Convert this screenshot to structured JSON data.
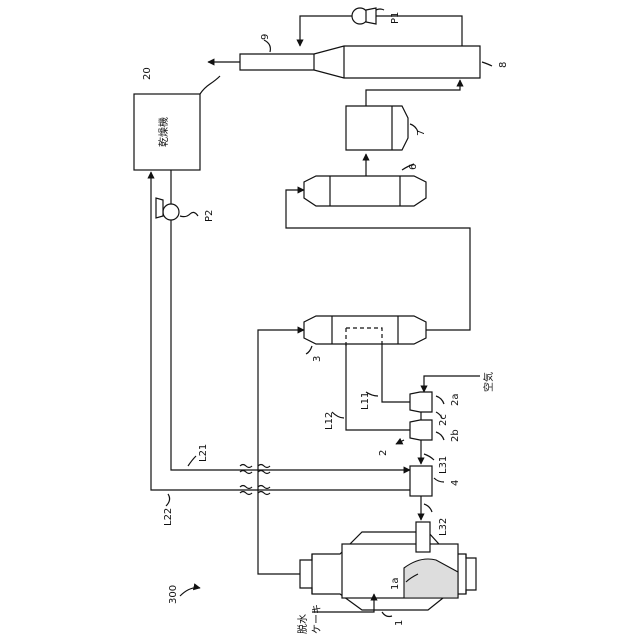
{
  "labels": {
    "system": "300",
    "furnace": "1",
    "furnace_bed": "1a",
    "blower_group": "2",
    "blower_2a": "2a",
    "blower_2b": "2b",
    "blower_2c": "2c",
    "heat_exchanger": "3",
    "dryer_feed_unit": "4",
    "cooler": "6",
    "dust_collector": "7",
    "stack": "8",
    "chimney": "9",
    "dryer": "20",
    "pump_p1": "P1",
    "pump_p2": "P2",
    "line_l11": "L11",
    "line_l12": "L12",
    "line_l21": "L21",
    "line_l22": "L22",
    "line_l31": "L31",
    "line_l32": "L32"
  },
  "text": {
    "dryer_name": "乾燥機",
    "air": "空気",
    "cake_line1": "脱水",
    "cake_line2": "ケーキ"
  }
}
